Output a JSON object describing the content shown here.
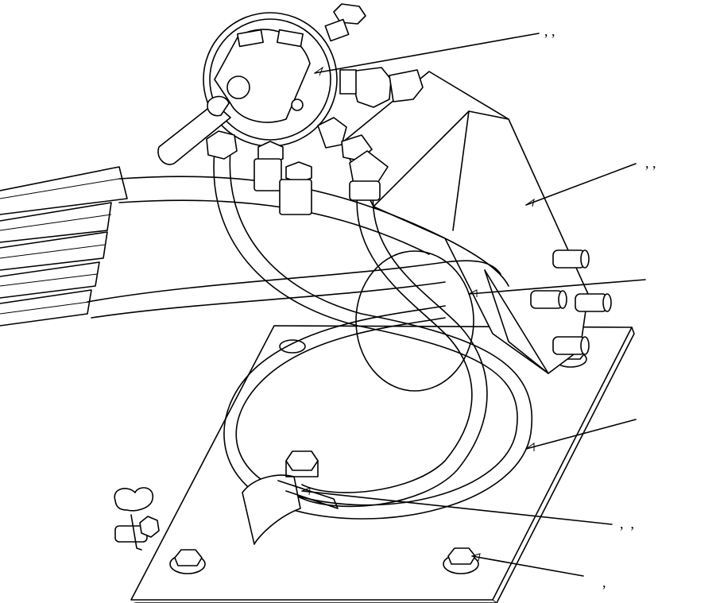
{
  "diagram": {
    "callouts": [
      {
        "id": "callout-1",
        "text": ", ,"
      },
      {
        "id": "callout-2",
        "text": ", ,"
      },
      {
        "id": "callout-3",
        "text": ""
      },
      {
        "id": "callout-4",
        "text": ""
      },
      {
        "id": "callout-5",
        "text": ",  ,"
      },
      {
        "id": "callout-6",
        "text": ","
      }
    ]
  }
}
